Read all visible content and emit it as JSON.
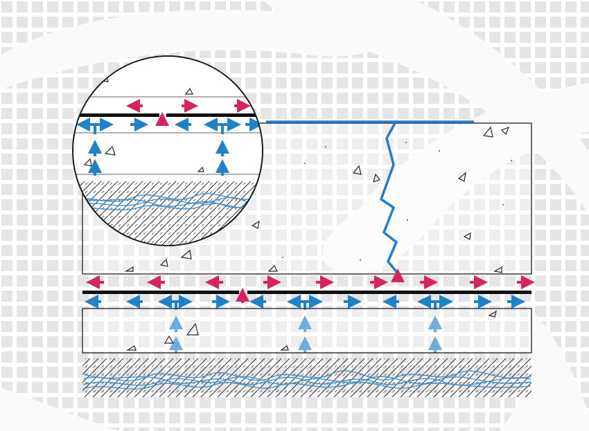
{
  "diagram": {
    "colors": {
      "background": "#ffffff",
      "grid_tile": "#e5e5e8",
      "swoosh": "#fafafa",
      "outline": "#1a1a1a",
      "membrane": "#111111",
      "stress_arrow": "#d6245c",
      "moisture_arrow": "#1f82c8",
      "crack": "#1f7ed0",
      "soil_wave": "#3a8fd0",
      "hatch": "#333333"
    },
    "elements": [
      "concrete-slab",
      "crack-line",
      "membrane-layer",
      "stress-arrows",
      "moisture-arrows",
      "base-layer",
      "soil-layer",
      "magnifier-circle"
    ]
  }
}
